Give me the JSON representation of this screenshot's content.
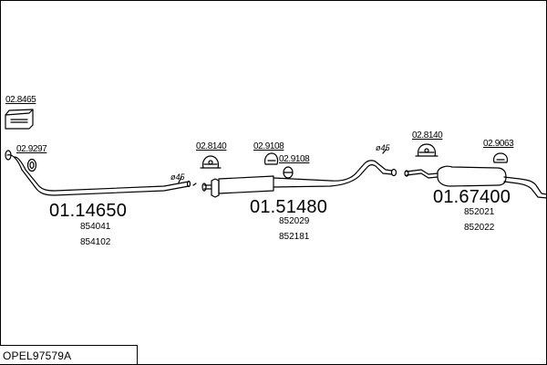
{
  "model": "OPEL97579A",
  "parts": [
    {
      "id": "01.14650",
      "oe": [
        "854041",
        "854102"
      ]
    },
    {
      "id": "01.51480",
      "oe": [
        "852029",
        "852181"
      ]
    },
    {
      "id": "01.67400",
      "oe": [
        "852021",
        "852022"
      ]
    }
  ],
  "accessories": {
    "kit": "02.8465",
    "gasket": "02.9297",
    "clamp_a": "02.8140",
    "hanger_a": "02.9108",
    "hanger_b": "02.9108",
    "clamp_b": "02.8140",
    "hanger_c": "02.9063"
  },
  "diameters": {
    "d1": "ø45",
    "d2": "ø45"
  }
}
